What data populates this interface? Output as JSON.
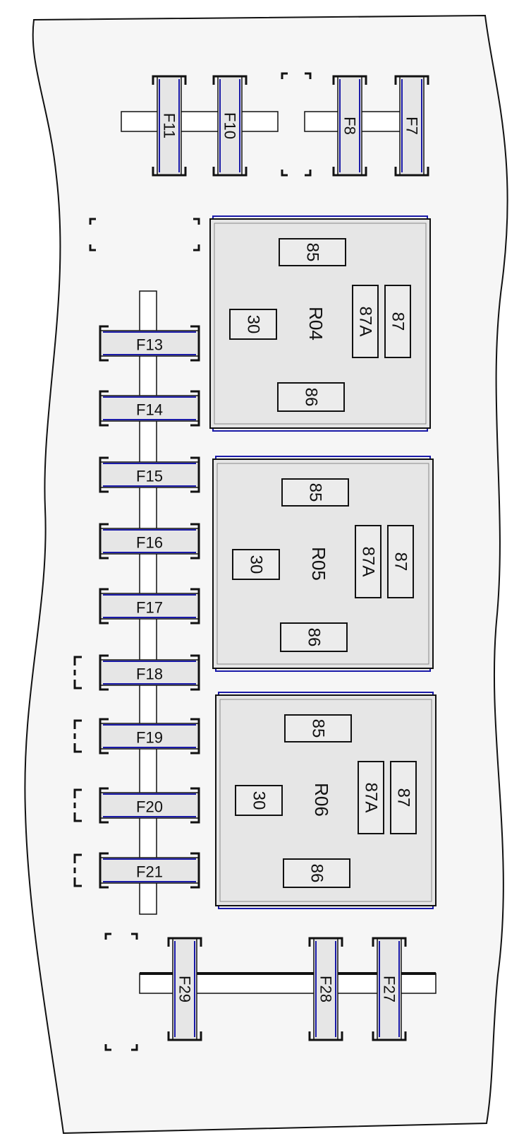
{
  "top_row": [
    {
      "id": "F11",
      "label": "F11"
    },
    {
      "id": "F10",
      "label": "F10"
    },
    {
      "id": "F8",
      "label": "F8"
    },
    {
      "id": "F7",
      "label": "F7"
    }
  ],
  "left_column": [
    {
      "id": "F13",
      "label": "F13"
    },
    {
      "id": "F14",
      "label": "F14"
    },
    {
      "id": "F15",
      "label": "F15"
    },
    {
      "id": "F16",
      "label": "F16"
    },
    {
      "id": "F17",
      "label": "F17"
    },
    {
      "id": "F18",
      "label": "F18"
    },
    {
      "id": "F19",
      "label": "F19"
    },
    {
      "id": "F20",
      "label": "F20"
    },
    {
      "id": "F21",
      "label": "F21"
    }
  ],
  "bottom_row": [
    {
      "id": "F29",
      "label": "F29"
    },
    {
      "id": "F28",
      "label": "F28"
    },
    {
      "id": "F27",
      "label": "F27"
    }
  ],
  "relays": [
    {
      "id": "R04",
      "label": "R04",
      "pins": {
        "p85": "85",
        "p86": "86",
        "p30": "30",
        "p87a": "87A",
        "p87": "87"
      }
    },
    {
      "id": "R05",
      "label": "R05",
      "pins": {
        "p85": "85",
        "p86": "86",
        "p30": "30",
        "p87a": "87A",
        "p87": "87"
      }
    },
    {
      "id": "R06",
      "label": "R06",
      "pins": {
        "p85": "85",
        "p86": "86",
        "p30": "30",
        "p87a": "87A",
        "p87": "87"
      }
    }
  ],
  "colors": {
    "fuse_fill": "#e6e6e6",
    "fuse_edge": "#1a1aa8",
    "relay_fill": "#e6e6e6",
    "relay_edge": "#1a1aa8",
    "outline": "#111111"
  }
}
